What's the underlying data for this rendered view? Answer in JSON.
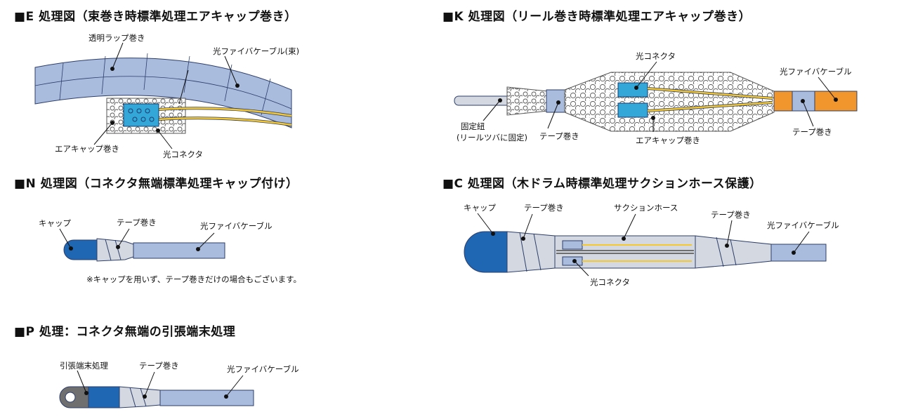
{
  "colors": {
    "cable": "#a9bcdd",
    "cable_stroke": "#2d3e6a",
    "blue": "#1f66b3",
    "cyan": "#33a8d8",
    "orange": "#f0962c",
    "tape": "#d4d8e0",
    "yellow": "#f4c82e",
    "gray": "#6f6f6f"
  },
  "sections": {
    "e": {
      "title": "■E 処理図（束巻き時標準処理エアキャップ巻き）",
      "label_wrap": "透明ラップ巻き",
      "label_cable": "光ファイバケーブル(束)",
      "label_aircap": "エアキャップ巻き",
      "label_connector": "光コネクタ"
    },
    "k": {
      "title": "■K 処理図（リール巻き時標準処理エアキャップ巻き）",
      "label_connector": "光コネクタ",
      "label_cable": "光ファイバケーブル",
      "label_string_1": "固定紐",
      "label_string_2": "(リールツバに固定)",
      "label_tape_left": "テープ巻き",
      "label_aircap": "エアキャップ巻き",
      "label_tape_right": "テープ巻き"
    },
    "n": {
      "title": "■N 処理図（コネクタ無端標準処理キャップ付け）",
      "label_cap": "キャップ",
      "label_tape": "テープ巻き",
      "label_cable": "光ファイバケーブル",
      "note": "※キャップを用いず、テープ巻きだけの場合もございます。"
    },
    "c": {
      "title": "■C 処理図（木ドラム時標準処理サクションホース保護）",
      "label_cap": "キャップ",
      "label_tape_left": "テープ巻き",
      "label_hose": "サクションホース",
      "label_tape_right": "テープ巻き",
      "label_cable": "光ファイバケーブル",
      "label_connector": "光コネクタ"
    },
    "p": {
      "title": "■P 処理：コネクタ無端の引張端末処理",
      "label_pull": "引張端末処理",
      "label_tape": "テープ巻き",
      "label_cable": "光ファイバケーブル"
    }
  }
}
